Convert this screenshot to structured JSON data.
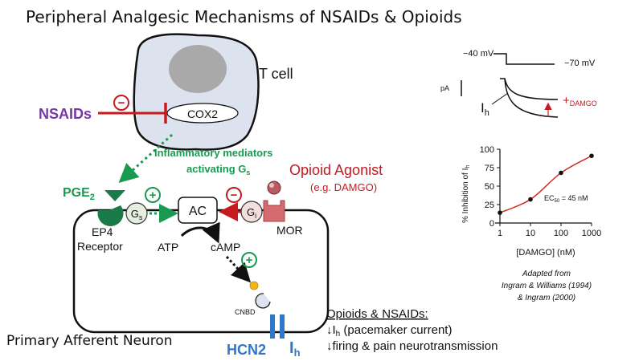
{
  "title": "Peripheral Analgesic Mechanisms of NSAIDs & Opioids",
  "diagram": {
    "t_cell_label": "T cell",
    "nsaids_label": "NSAIDs",
    "cox2_label": "COX2",
    "minus_sign": "−",
    "plus_sign": "+",
    "inflammatory_line1": "Inflammatory mediators",
    "inflammatory_line2": "activating G",
    "inflammatory_line2_sub": "s",
    "pge2_label": "PGE",
    "pge2_sub": "2",
    "opioid_agonist_label": "Opioid Agonist",
    "opioid_example": "(e.g. DAMGO)",
    "ep4_line1": "EP4",
    "ep4_line2": "Receptor",
    "gs_label": "G",
    "gs_sub": "s",
    "gi_label": "G",
    "gi_sub": "i",
    "ac_label": "AC",
    "mor_label": "MOR",
    "atp_label": "ATP",
    "camp_label": "cAMP",
    "cnbd_label": "CNBD",
    "hcn2_label": "HCN2",
    "ih_label": "I",
    "ih_sub": "h",
    "neuron_label": "Primary Afferent Neuron",
    "effects_title": "Opioids & NSAIDs:",
    "effect1_prefix": "↓I",
    "effect1_sub": "h",
    "effect1_rest": " (pacemaker current)",
    "effect2": "↓firing & pain neurotransmission"
  },
  "trace": {
    "v_hold": "−40 mV",
    "v_step": "−70 mV",
    "pa_label": "pA",
    "ih_label": "I",
    "ih_sub": "h",
    "damgo_plus": "+",
    "damgo_label": "DAMGO"
  },
  "chart_data": {
    "type": "scatter",
    "xlabel": "[DAMGO] (nM)",
    "ylabel": "% Inhibition of I",
    "ylabel_sub": "h",
    "x_scale": "log",
    "xlim": [
      1,
      1000
    ],
    "ylim": [
      0,
      100
    ],
    "x_ticks": [
      1,
      10,
      100,
      1000
    ],
    "y_ticks": [
      0,
      25,
      50,
      75,
      100
    ],
    "points": [
      {
        "x": 1,
        "y": 14
      },
      {
        "x": 10,
        "y": 32
      },
      {
        "x": 100,
        "y": 68
      },
      {
        "x": 1000,
        "y": 91
      }
    ],
    "fit_color": "#d42a1e",
    "annotation": "EC",
    "annotation_sub": "50",
    "annotation_value": " = 45 nM"
  },
  "citation": {
    "line1": "Adapted from",
    "line2": "Ingram & Williams (1994)",
    "line3": "& Ingram (2000)"
  },
  "colors": {
    "red": "#c8191f",
    "green": "#1a9a50",
    "purple": "#7a36a8",
    "blue": "#2f77c8",
    "cell_fill": "#dde3ee",
    "nucleus": "#a9a9a9"
  }
}
